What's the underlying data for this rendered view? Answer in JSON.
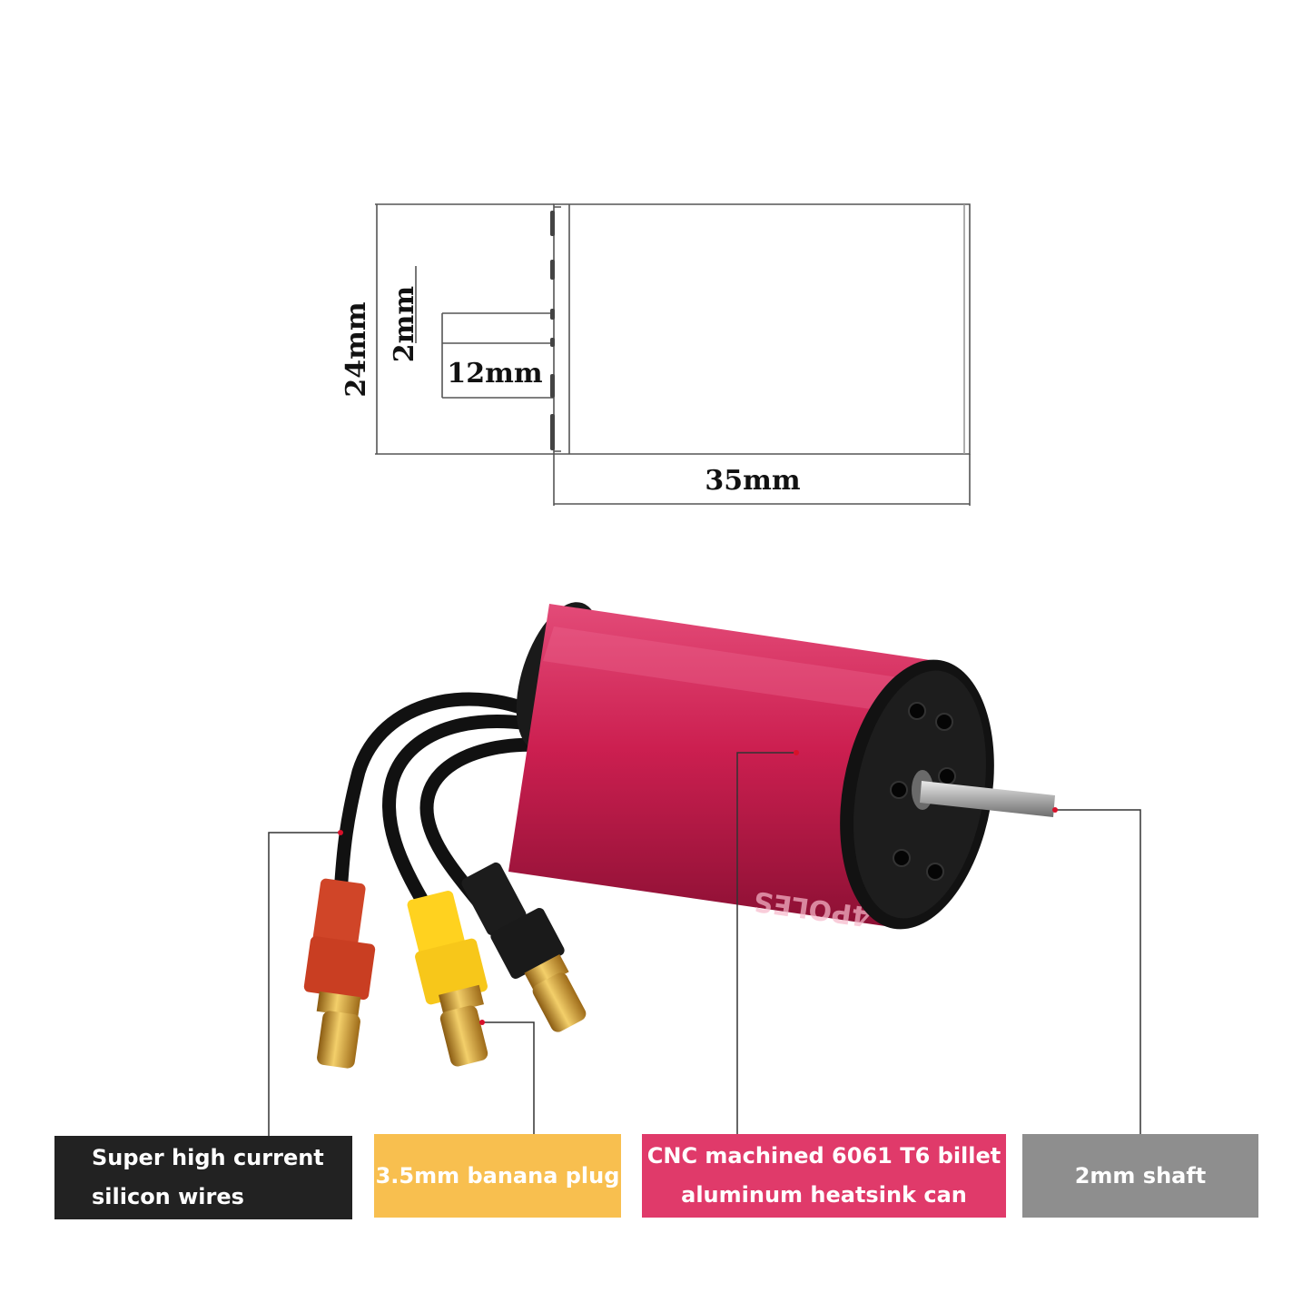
{
  "drawing": {
    "dim_diameter": "24mm",
    "dim_shaft_diameter": "2mm",
    "dim_shaft_length": "12mm",
    "dim_length": "35mm"
  },
  "motor": {
    "can_marking": "4POLES"
  },
  "labels": {
    "wires": {
      "line1": "Super high current",
      "line2": "silicon wires"
    },
    "plug": {
      "line1": "3.5mm banana plug"
    },
    "can": {
      "line1": "CNC machined 6061 T6 billet",
      "line2": "aluminum heatsink can"
    },
    "shaft": {
      "line1": "2mm shaft"
    }
  },
  "colors": {
    "wires_box": "#222222",
    "plug_box": "#f8bf4f",
    "can_box": "#e03a6a",
    "shaft_box": "#8e8e8e",
    "can_body": "#c81f4e",
    "leader_dot": "#d8112a"
  }
}
